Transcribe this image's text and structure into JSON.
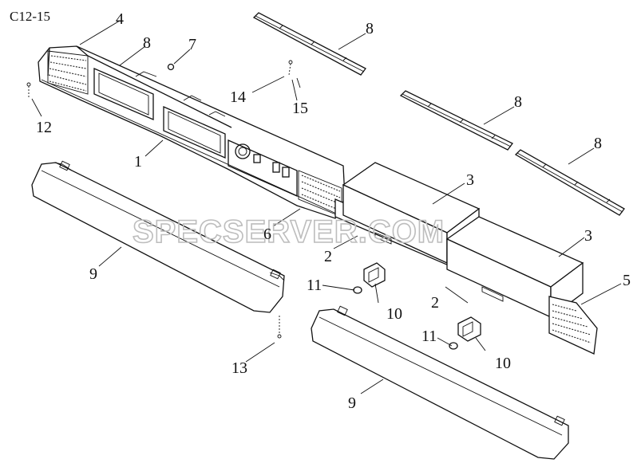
{
  "diagram_code": "C12-15",
  "watermark": "SPECSERVER.COM",
  "callouts": [
    "1",
    "2",
    "2",
    "3",
    "3",
    "4",
    "5",
    "6",
    "7",
    "8",
    "8",
    "8",
    "8",
    "9",
    "9",
    "10",
    "10",
    "11",
    "11",
    "12",
    "13",
    "14",
    "15"
  ]
}
